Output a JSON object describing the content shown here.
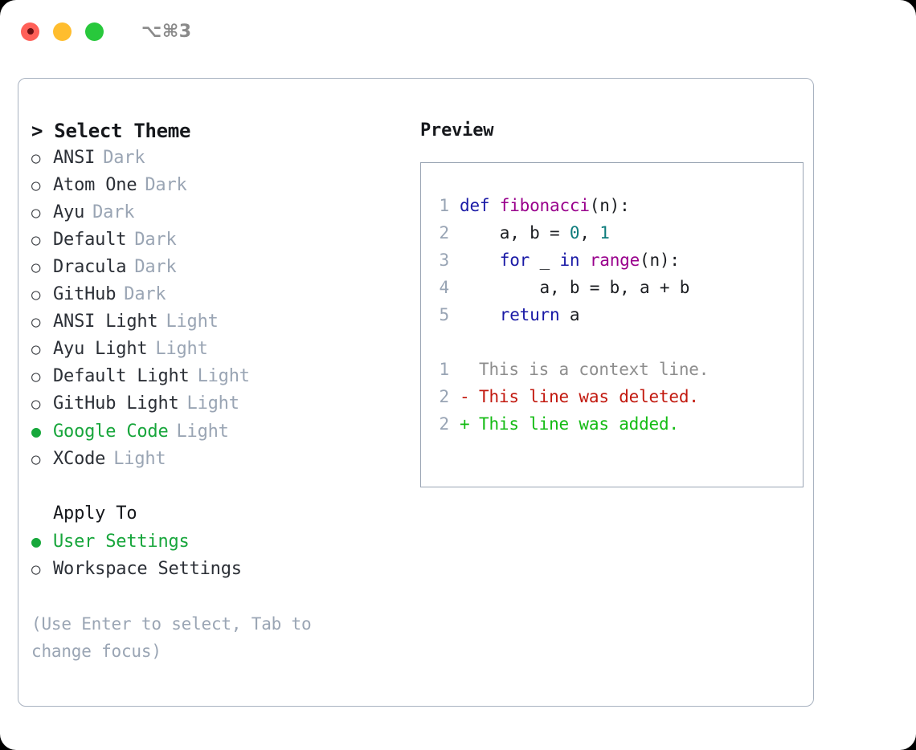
{
  "titlebar": {
    "shortcut": "⌥⌘3",
    "buttons": [
      {
        "name": "close",
        "color": "#ff6058"
      },
      {
        "name": "minimize",
        "color": "#ffbd2e"
      },
      {
        "name": "zoom",
        "color": "#28c83c"
      }
    ]
  },
  "theme_picker": {
    "header": "> Select Theme",
    "bullet_unselected": "○",
    "bullet_selected": "●",
    "items": [
      {
        "name": "ANSI",
        "kind": "Dark",
        "selected": false
      },
      {
        "name": "Atom One",
        "kind": "Dark",
        "selected": false
      },
      {
        "name": "Ayu",
        "kind": "Dark",
        "selected": false
      },
      {
        "name": "Default",
        "kind": "Dark",
        "selected": false
      },
      {
        "name": "Dracula",
        "kind": "Dark",
        "selected": false
      },
      {
        "name": "GitHub",
        "kind": "Dark",
        "selected": false
      },
      {
        "name": "ANSI Light",
        "kind": "Light",
        "selected": false
      },
      {
        "name": "Ayu Light",
        "kind": "Light",
        "selected": false
      },
      {
        "name": "Default Light",
        "kind": "Light",
        "selected": false
      },
      {
        "name": "GitHub Light",
        "kind": "Light",
        "selected": false
      },
      {
        "name": "Google Code",
        "kind": "Light",
        "selected": true
      },
      {
        "name": "XCode",
        "kind": "Light",
        "selected": false
      }
    ]
  },
  "apply_to": {
    "header": "Apply To",
    "items": [
      {
        "name": "User Settings",
        "selected": true
      },
      {
        "name": "Workspace Settings",
        "selected": false
      }
    ]
  },
  "hint": "(Use Enter to select, Tab to change focus)",
  "preview": {
    "title": "Preview",
    "code_lines": [
      {
        "lineno": "1",
        "tokens": [
          {
            "t": "def ",
            "c": "kw"
          },
          {
            "t": "fibonacci",
            "c": "fn"
          },
          {
            "t": "(n):",
            "c": "txt"
          }
        ]
      },
      {
        "lineno": "2",
        "tokens": [
          {
            "t": "    a, b = ",
            "c": "txt"
          },
          {
            "t": "0",
            "c": "num"
          },
          {
            "t": ", ",
            "c": "txt"
          },
          {
            "t": "1",
            "c": "num"
          }
        ]
      },
      {
        "lineno": "3",
        "tokens": [
          {
            "t": "    ",
            "c": "txt"
          },
          {
            "t": "for",
            "c": "kw"
          },
          {
            "t": " _ ",
            "c": "txt"
          },
          {
            "t": "in",
            "c": "kw"
          },
          {
            "t": " ",
            "c": "txt"
          },
          {
            "t": "range",
            "c": "fn"
          },
          {
            "t": "(n):",
            "c": "txt"
          }
        ]
      },
      {
        "lineno": "4",
        "tokens": [
          {
            "t": "        a, b = b, a + b",
            "c": "txt"
          }
        ]
      },
      {
        "lineno": "5",
        "tokens": [
          {
            "t": "    ",
            "c": "txt"
          },
          {
            "t": "return",
            "c": "kw"
          },
          {
            "t": " a",
            "c": "txt"
          }
        ]
      }
    ],
    "diff_lines": [
      {
        "lineno": "1",
        "marker": " ",
        "text": "This is a context line.",
        "type": "ctx"
      },
      {
        "lineno": "2",
        "marker": "-",
        "text": "This line was deleted.",
        "type": "del"
      },
      {
        "lineno": "2",
        "marker": "+",
        "text": "This line was added.",
        "type": "add"
      }
    ]
  },
  "colors": {
    "accent_green": "#18a63c",
    "muted": "#9aa5b4",
    "border": "#a8b2c0",
    "keyword": "#1a1aa6",
    "function": "#99008c",
    "number": "#0f7d7d",
    "diff_added": "#14bb14",
    "diff_deleted": "#c2190f",
    "diff_context": "#8d8d8d"
  }
}
